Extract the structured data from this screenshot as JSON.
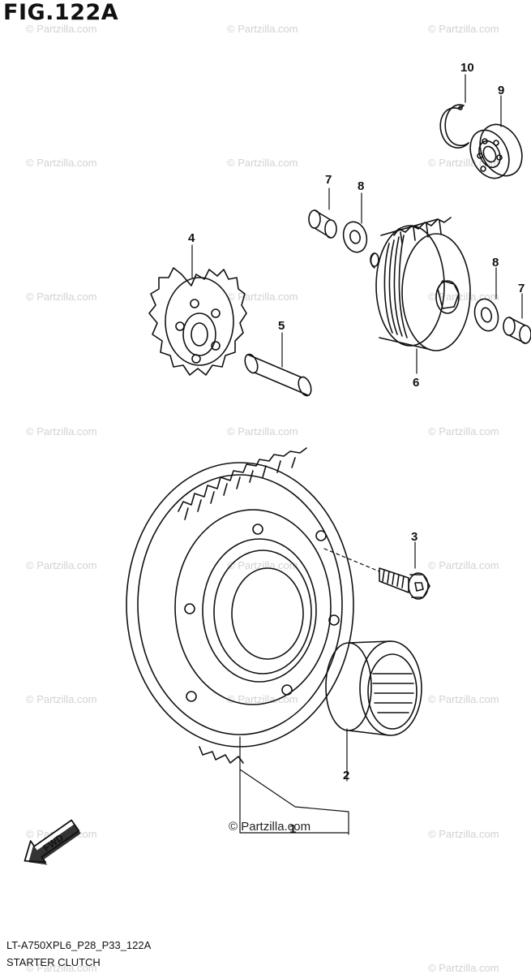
{
  "figure": {
    "title": "FIG.122A",
    "model_code": "LT-A750XPL6_P28_P33_122A",
    "caption": "STARTER CLUTCH",
    "direction_label": "FWD"
  },
  "watermark": {
    "text": "© Partzilla.com"
  },
  "callouts": [
    "10",
    "9",
    "7",
    "8",
    "4",
    "5",
    "8",
    "7",
    "6",
    "3",
    "2",
    "1"
  ],
  "colors": {
    "line": "#111111",
    "watermark": "#d2d2d2"
  }
}
